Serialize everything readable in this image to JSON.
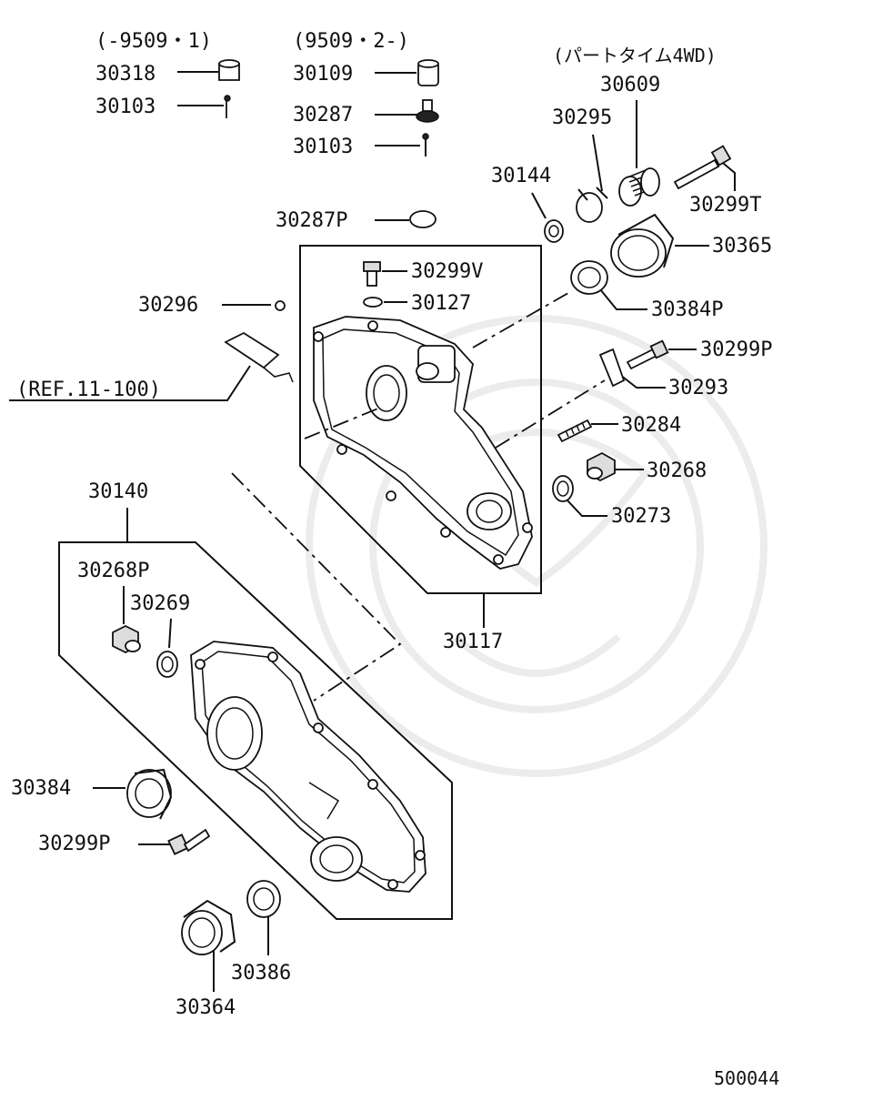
{
  "notes": {
    "date_range_early": "(-9509・1)",
    "date_range_late": "(9509・2-)",
    "parttime_4wd": "(パートタイム4WD)",
    "ref": "(REF.11-100)"
  },
  "diagram_id": "500044",
  "labels": {
    "p30318": "30318",
    "p30103a": "30103",
    "p30109": "30109",
    "p30287": "30287",
    "p30103b": "30103",
    "p30609": "30609",
    "p30295": "30295",
    "p30144": "30144",
    "p30299T": "30299T",
    "p30287P": "30287P",
    "p30365": "30365",
    "p30299V": "30299V",
    "p30127": "30127",
    "p30296": "30296",
    "p30384P": "30384P",
    "p30299P_a": "30299P",
    "p30293": "30293",
    "p30284": "30284",
    "p30268": "30268",
    "p30273": "30273",
    "p30140": "30140",
    "p30268P": "30268P",
    "p30269": "30269",
    "p30117": "30117",
    "p30384": "30384",
    "p30299P_b": "30299P",
    "p30386": "30386",
    "p30364": "30364"
  }
}
